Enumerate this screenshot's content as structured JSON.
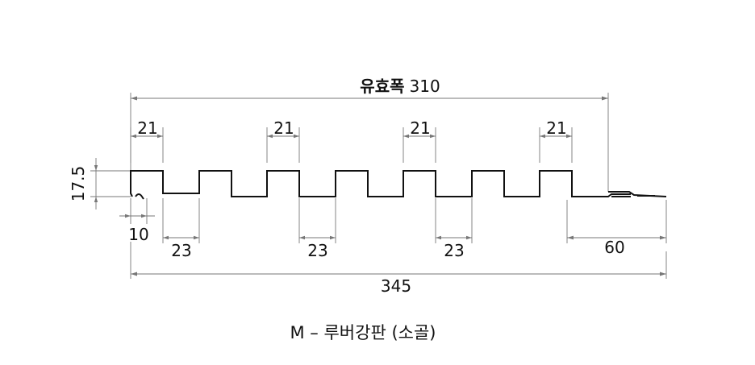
{
  "diagram": {
    "effective_width": {
      "label_bold": "유효폭",
      "value": "310"
    },
    "rib_top_width": "21",
    "rib_top_labels": [
      "21",
      "21",
      "21",
      "21"
    ],
    "height": "17.5",
    "lip": "10",
    "valley_labels": [
      "23",
      "23",
      "23"
    ],
    "flat_end": "60",
    "total_width": "345",
    "caption": "M – 루버강판 (소골)",
    "colors": {
      "line": "#111111",
      "dimension": "#777777"
    }
  }
}
